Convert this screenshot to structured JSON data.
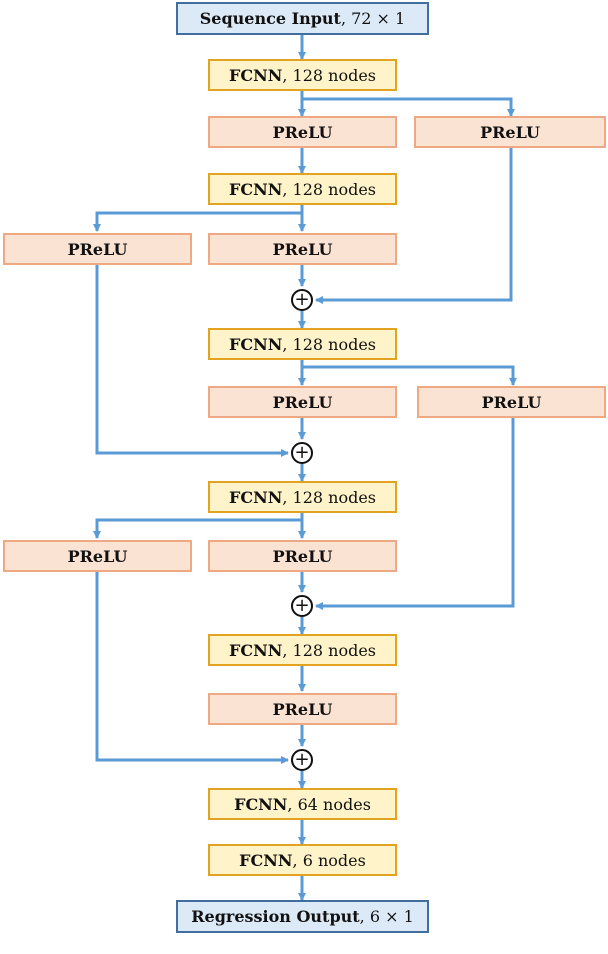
{
  "input": {
    "label": "Sequence Input",
    "dims": "72 × 1"
  },
  "output": {
    "label": "Regression Output",
    "dims": "6 × 1"
  },
  "fcnn_label": "FCNN",
  "prelu_label": "PReLU",
  "plus_symbol": "+",
  "fcnn": [
    {
      "nodes": "128 nodes"
    },
    {
      "nodes": "128 nodes"
    },
    {
      "nodes": "128 nodes"
    },
    {
      "nodes": "128 nodes"
    },
    {
      "nodes": "128 nodes"
    },
    {
      "nodes": "64 nodes"
    },
    {
      "nodes": "6 nodes"
    }
  ],
  "colors": {
    "arrow": "#5b9bd5",
    "io_fill": "#dce9f7",
    "io_border": "#3f6e9f",
    "fcnn_fill": "#fff4c9",
    "fcnn_border": "#e1a320",
    "prelu_fill": "#fbe3d4",
    "prelu_border": "#eea983"
  }
}
